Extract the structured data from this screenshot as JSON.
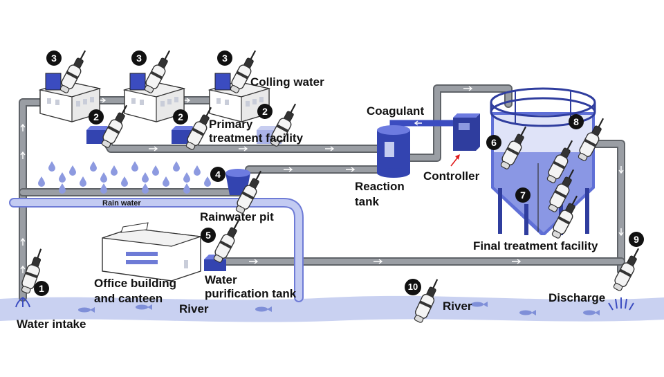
{
  "colors": {
    "pipe": "#8a8e94",
    "pipe_edge": "#5f6368",
    "water": "#c5cdf0",
    "blue_dark": "#2f3d9e",
    "blue_light": "#aab3e8",
    "raindrop": "#8d9ae0",
    "arrow_red": "#e01b1b"
  },
  "labels": {
    "colling_water": "Colling water",
    "primary_line1": "Primary",
    "primary_line2": "treatment facility",
    "coagulant": "Coagulant",
    "controller": "Controller",
    "reaction_line1": "Reaction",
    "reaction_line2": "tank",
    "rain_water": "Rain water",
    "rainwater_pit": "Rainwater pit",
    "final_treatment": "Final treatment facility",
    "office_line1": "Office building",
    "office_line2": "and canteen",
    "water_purif_line1": "Water",
    "water_purif_line2": "purification tank",
    "river1": "River",
    "river2": "River",
    "discharge": "Discharge",
    "water_intake": "Water intake"
  },
  "markers": {
    "m1": "1",
    "m2": "2",
    "m3": "3",
    "m4": "4",
    "m5": "5",
    "m6": "6",
    "m7": "7",
    "m8": "8",
    "m9": "9",
    "m10": "10"
  },
  "icons": {
    "sensor": "sensor-probe-icon",
    "factory": "factory-icon",
    "fish": "fish-icon",
    "raindrop": "raindrop-icon",
    "flow_arrow": "flow-arrow-icon"
  }
}
